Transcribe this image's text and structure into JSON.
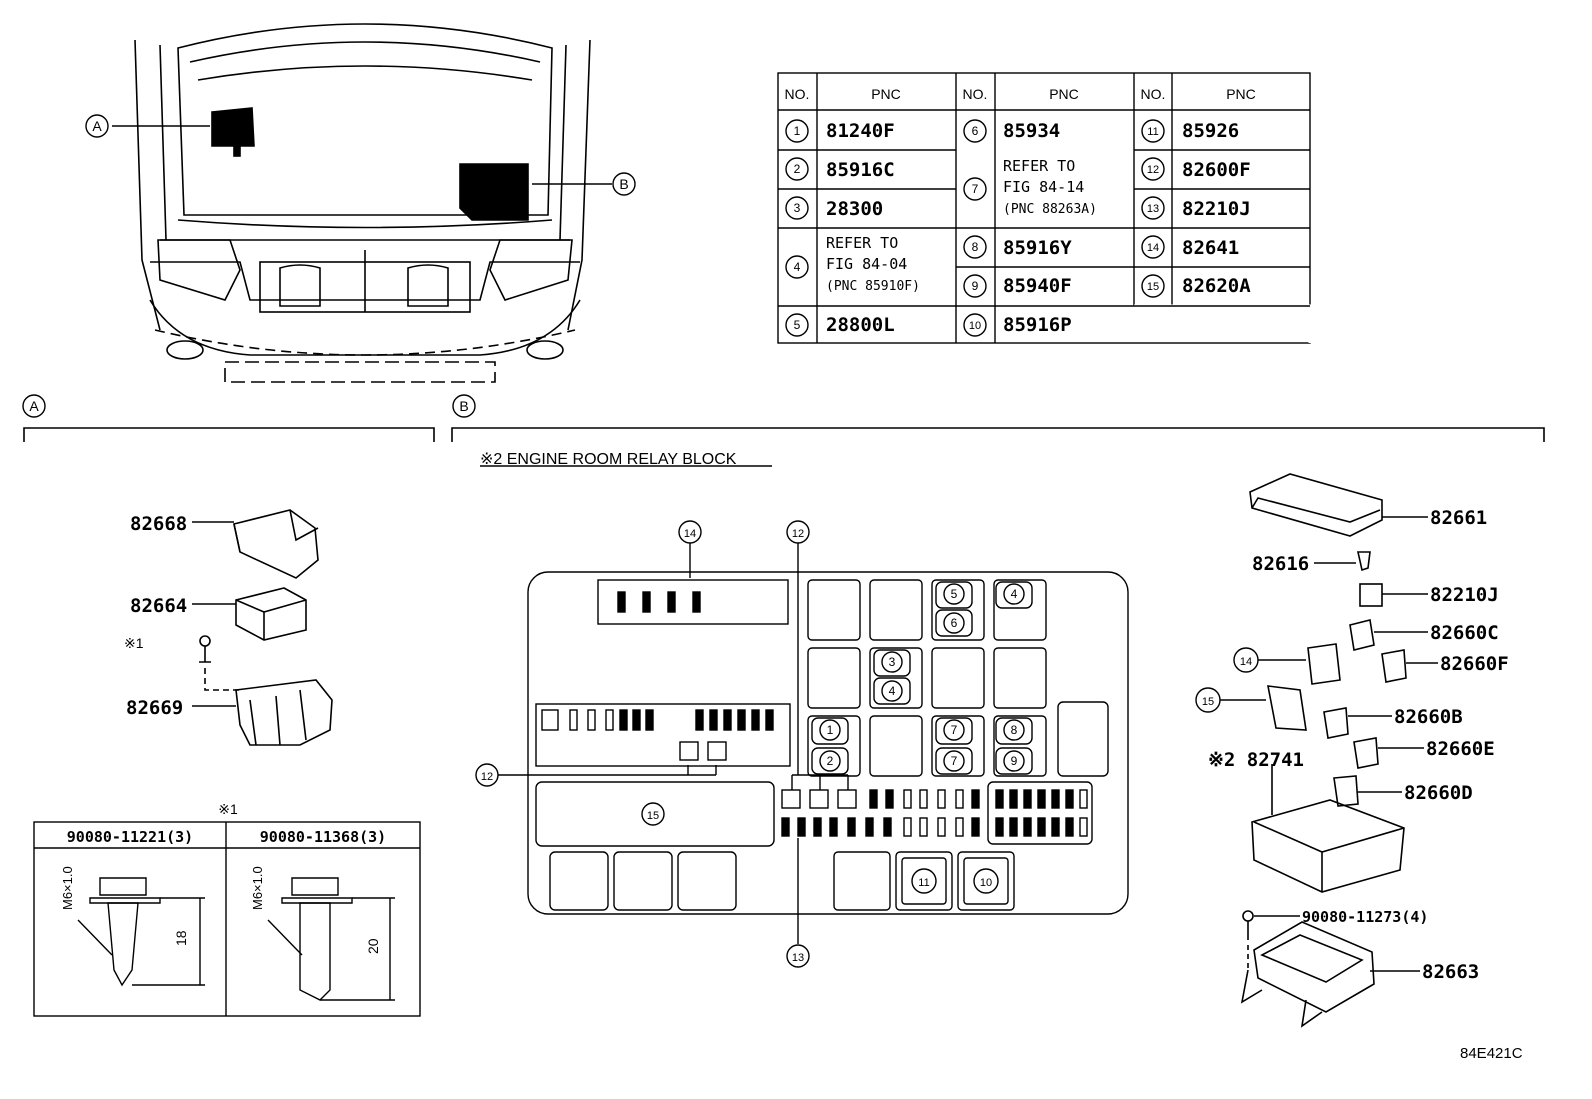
{
  "table": {
    "headers": [
      "NO.",
      "PNC",
      "NO.",
      "PNC",
      "NO.",
      "PNC"
    ],
    "rows": [
      {
        "no": "1",
        "pnc": "81240F"
      },
      {
        "no": "2",
        "pnc": "85916C"
      },
      {
        "no": "3",
        "pnc": "28300"
      },
      {
        "no": "4",
        "pnc_lines": [
          "REFER TO",
          "FIG 84-04",
          "(PNC 85910F)"
        ]
      },
      {
        "no": "5",
        "pnc": "28800L"
      },
      {
        "no": "6",
        "pnc": "85934"
      },
      {
        "no": "7",
        "pnc_lines": [
          "REFER TO",
          "FIG 84-14",
          "(PNC 88263A)"
        ]
      },
      {
        "no": "8",
        "pnc": "85916Y"
      },
      {
        "no": "9",
        "pnc": "85940F"
      },
      {
        "no": "10",
        "pnc": "85916P"
      },
      {
        "no": "11",
        "pnc": "85926"
      },
      {
        "no": "12",
        "pnc": "82600F"
      },
      {
        "no": "13",
        "pnc": "82210J"
      },
      {
        "no": "14",
        "pnc": "82641"
      },
      {
        "no": "15",
        "pnc": "82620A"
      }
    ]
  },
  "locators": {
    "a": "A",
    "b": "B"
  },
  "section_a": {
    "label": "A",
    "parts": {
      "p1": "82668",
      "p2": "82664",
      "p3": "82669"
    },
    "note_mark": "※1"
  },
  "section_b": {
    "label": "B",
    "title": "※2 ENGINE ROOM RELAY BLOCK"
  },
  "bolt_table": {
    "title": "※1",
    "columns": [
      "90080-11221(3)",
      "90080-11368(3)"
    ],
    "thread": "M6×1.0",
    "lengths": [
      "18",
      "20"
    ]
  },
  "exploded": {
    "p82661": "82661",
    "p82616": "82616",
    "p82210J": "82210J",
    "p82660C": "82660C",
    "p82660F": "82660F",
    "p82660B": "82660B",
    "p82660E": "82660E",
    "p82741": "※2 82741",
    "p82660D": "82660D",
    "p90080": "90080-11273(4)",
    "p82663": "82663",
    "c14": "14",
    "c15": "15"
  },
  "relay_block": {
    "callouts": [
      "1",
      "2",
      "3",
      "4",
      "5",
      "6",
      "7",
      "7",
      "8",
      "9",
      "10",
      "11",
      "12",
      "12",
      "13",
      "14",
      "15"
    ]
  },
  "figure_code": "84E421C"
}
